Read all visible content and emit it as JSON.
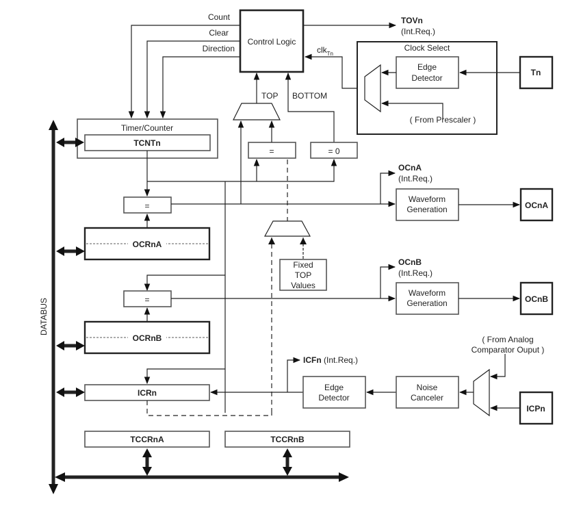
{
  "diagram": {
    "control_logic": "Control Logic",
    "signals": {
      "count": "Count",
      "clear": "Clear",
      "direction": "Direction",
      "top": "TOP",
      "bottom": "BOTTOM",
      "clk": "clk",
      "clk_sub": "Tn"
    },
    "tov": {
      "name": "TOVn",
      "note": "(Int.Req.)"
    },
    "clock_select": {
      "title": "Clock Select",
      "edge_detector_1": "Edge",
      "edge_detector_2": "Detector",
      "prescaler": "( From Prescaler )",
      "pin": "Tn"
    },
    "timer_counter": {
      "title": "Timer/Counter",
      "register": "TCNTn"
    },
    "comparators": {
      "eq": "=",
      "eq_zero": "= 0"
    },
    "fixed_top": {
      "line1": "Fixed",
      "line2": "TOP",
      "line3": "Values"
    },
    "ocra": {
      "register": "OCRnA",
      "flag": "OCnA",
      "note": "(Int.Req.)",
      "wave1": "Waveform",
      "wave2": "Generation",
      "pin": "OCnA"
    },
    "ocrb": {
      "register": "OCRnB",
      "flag": "OCnB",
      "note": "(Int.Req.)",
      "wave1": "Waveform",
      "wave2": "Generation",
      "pin": "OCnB"
    },
    "databus": "DATABUS",
    "icr": {
      "register": "ICRn",
      "flag": "ICFn",
      "note": "(Int.Req.)",
      "edge1": "Edge",
      "edge2": "Detector",
      "noise1": "Noise",
      "noise2": "Canceler",
      "analog1": "( From Analog",
      "analog2": "Comparator Ouput )",
      "pin": "ICPn"
    },
    "tccra": "TCCRnA",
    "tccrb": "TCCRnB"
  }
}
